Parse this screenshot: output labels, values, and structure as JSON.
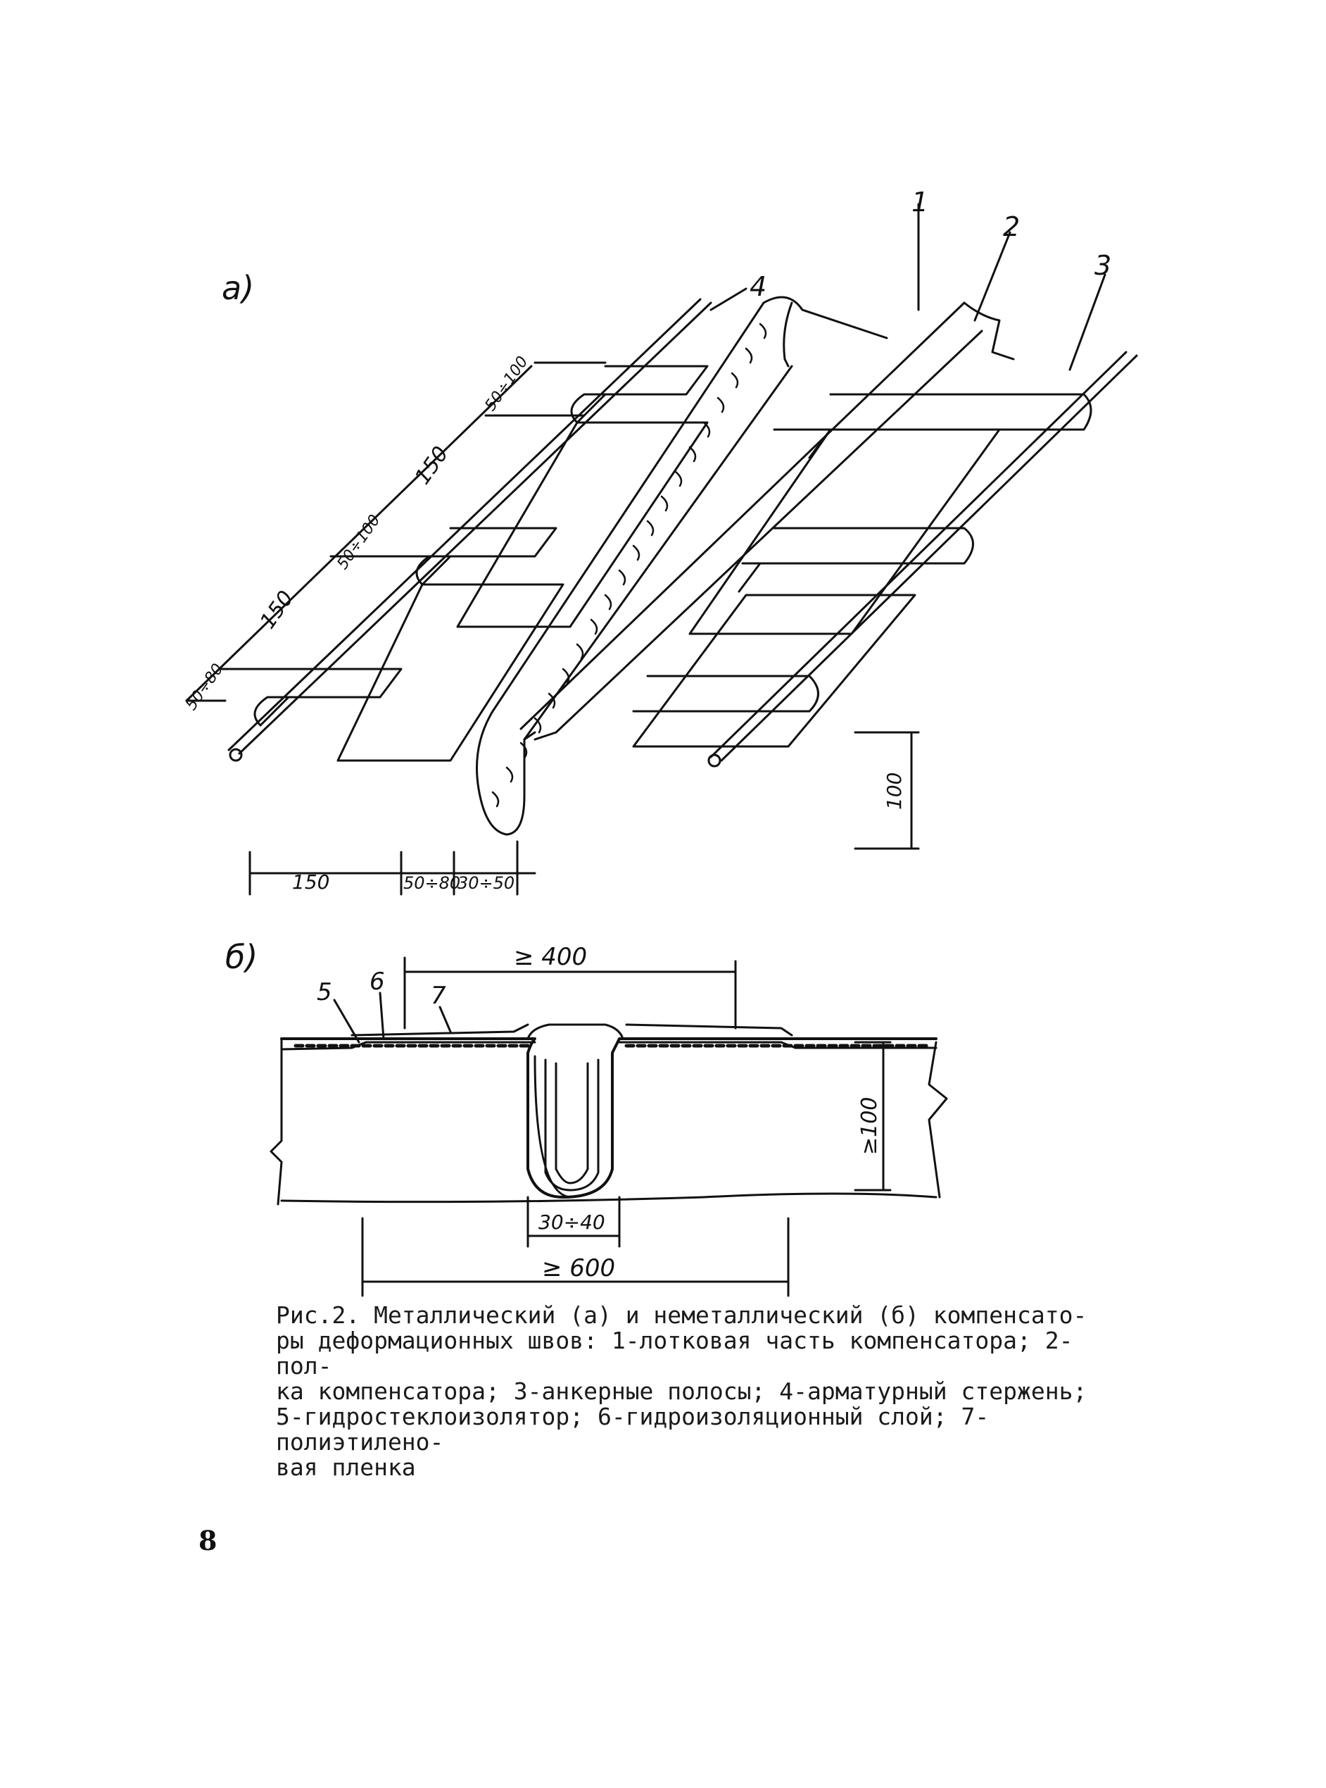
{
  "part_a": {
    "label": "а)",
    "callouts": [
      "1",
      "2",
      "3",
      "4"
    ],
    "dims_left": [
      "50÷100",
      "150",
      "50÷100",
      "150",
      "50÷80"
    ],
    "dims_bottom": [
      "150",
      "50÷80",
      "30÷50"
    ],
    "dim_height": "100"
  },
  "part_b": {
    "label": "б)",
    "callouts": [
      "5",
      "6",
      "7"
    ],
    "dim_top": "≥ 400",
    "dim_height": "≥100",
    "dim_gap": "30÷40",
    "dim_bottom": "≥ 600"
  },
  "caption": {
    "lines": [
      "Рис.2. Металлический (а) и неметаллический (б) компенсато-",
      "ры деформационных швов: 1-лотковая часть компенсатора; 2-пол-",
      "ка компенсатора; 3-анкерные полосы; 4-арматурный стержень;",
      "5-гидростеклоизолятор; 6-гидроизоляционный слой; 7-полиэтилено-",
      "вая пленка"
    ]
  },
  "page_number": "8"
}
